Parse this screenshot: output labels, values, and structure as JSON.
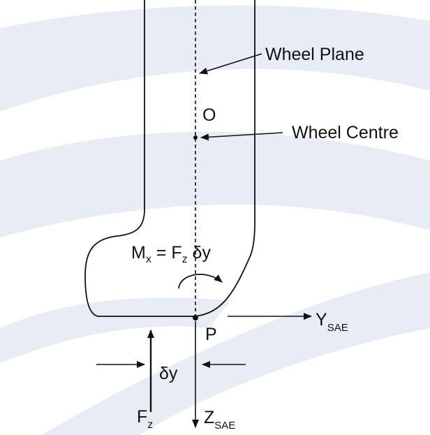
{
  "colors": {
    "background": "#ffffff",
    "watermark": "#e3e8f1",
    "ink": "#111111"
  },
  "labels": {
    "wheel_plane": "Wheel Plane",
    "wheel_centre": "Wheel Centre",
    "point_o": "O",
    "point_p": "P",
    "moment_m": "M",
    "moment_m_sub": "x",
    "moment_eq": " = F",
    "moment_fz_sub": "z",
    "moment_dy": " δy",
    "y_axis": "Y",
    "y_axis_sub": "SAE",
    "z_axis": "Z",
    "z_axis_sub": "SAE",
    "force_f": "F",
    "force_f_sub": "z",
    "offset": "δy"
  }
}
